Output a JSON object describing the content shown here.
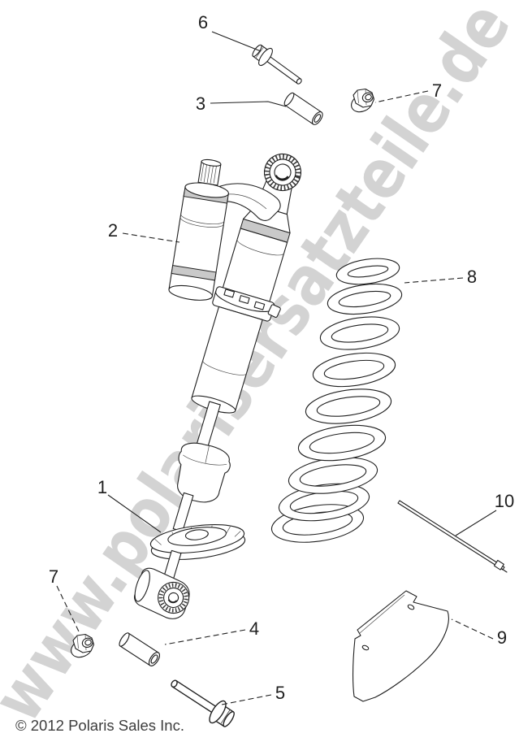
{
  "colors": {
    "background": "#ffffff",
    "line": "#1f1f1f",
    "watermark": "#d3d3d3",
    "copyright": "#3d3d3d"
  },
  "watermark": {
    "text": "www.polarisersatzteile.de"
  },
  "copyright": {
    "text": "© 2012 Polaris Sales Inc."
  },
  "callouts": [
    {
      "label": "6"
    },
    {
      "label": "3"
    },
    {
      "label": "7"
    },
    {
      "label": "2"
    },
    {
      "label": "8"
    },
    {
      "label": "1"
    },
    {
      "label": "10"
    },
    {
      "label": "7"
    },
    {
      "label": "4"
    },
    {
      "label": "5"
    },
    {
      "label": "9"
    }
  ]
}
